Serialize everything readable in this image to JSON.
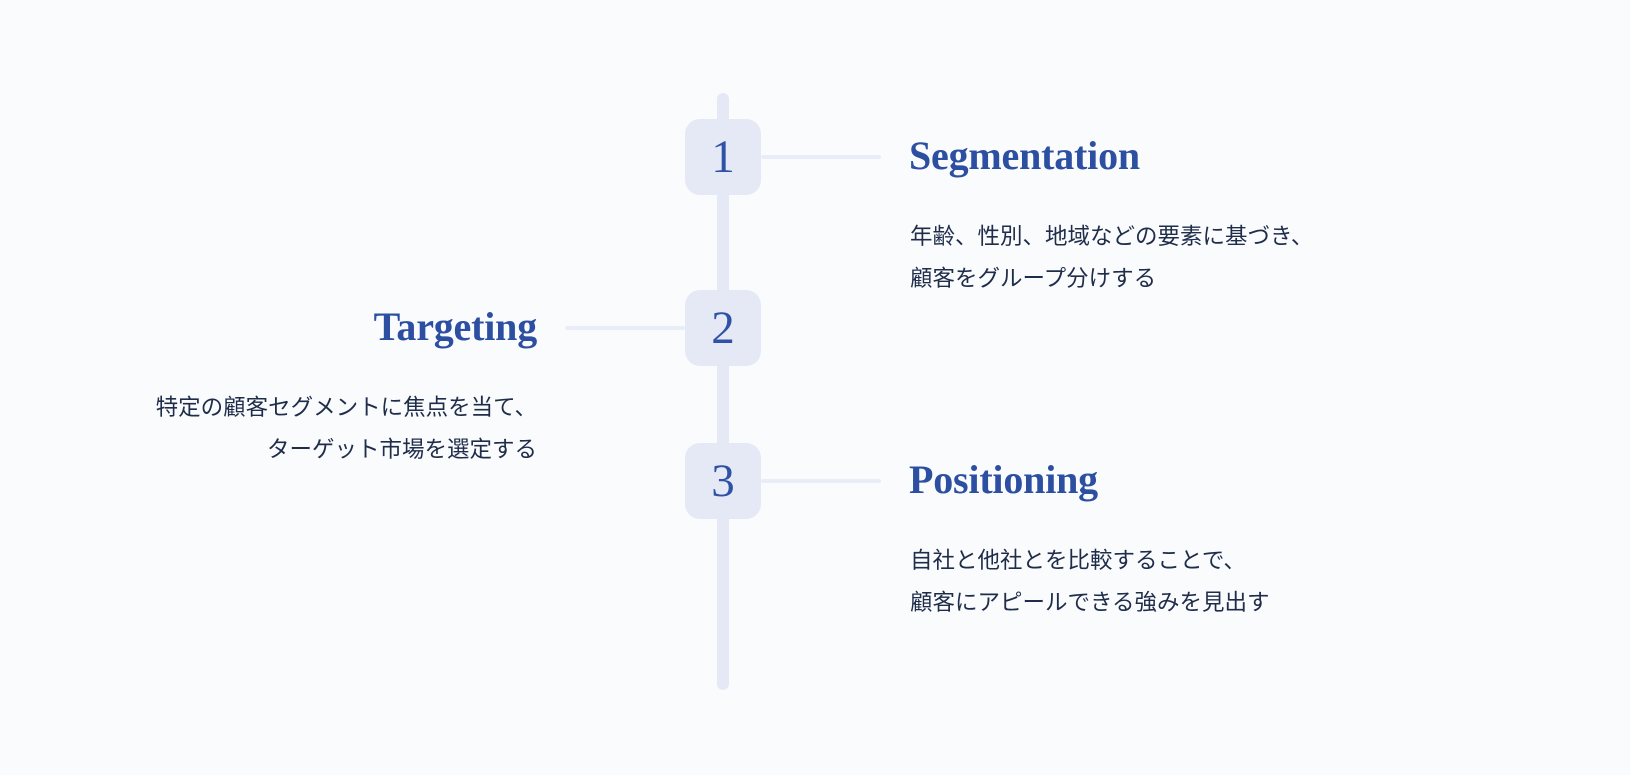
{
  "diagram": {
    "name": "stp-marketing-framework",
    "orientation": "vertical-timeline",
    "colors": {
      "background": "#fafbfd",
      "badge_fill": "#e4e9f5",
      "badge_number": "#2f52a6",
      "spine": "#e4e9f5",
      "connector": "#e8edf8",
      "title": "#2d4fa2",
      "description": "#1f2d4a"
    },
    "steps": [
      {
        "number": "1",
        "title": "Segmentation",
        "description": "年齢、性別、地域などの要素に基づき、\n顧客をグループ分けする",
        "side": "right"
      },
      {
        "number": "2",
        "title": "Targeting",
        "description": "特定の顧客セグメントに焦点を当て、\nターゲット市場を選定する",
        "side": "left"
      },
      {
        "number": "3",
        "title": "Positioning",
        "description": "自社と他社とを比較することで、\n顧客にアピールできる強みを見出す",
        "side": "right"
      }
    ]
  }
}
